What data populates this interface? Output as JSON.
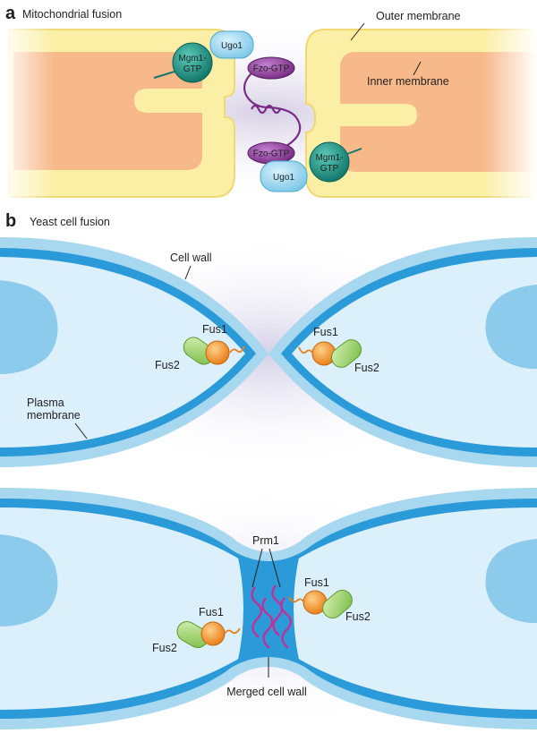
{
  "panel_a": {
    "letter": "a",
    "title": "Mitochondrial fusion",
    "outer_membrane": "Outer membrane",
    "inner_membrane": "Inner membrane",
    "mgm1_top": [
      "Mgm1-",
      "GTP"
    ],
    "mgm1_bottom": [
      "Mgm1-",
      "GTP"
    ],
    "ugo1_top": "Ugo1",
    "ugo1_bottom": "Ugo1",
    "fzo_top": "Fzo-GTP",
    "fzo_bottom": "Fzo-GTP"
  },
  "panel_b": {
    "letter": "b",
    "title": "Yeast cell fusion",
    "top": {
      "cell_wall": "Cell wall",
      "plasma_membrane": [
        "Plasma",
        "membrane"
      ],
      "fus1_left": "Fus1",
      "fus2_left": "Fus2",
      "fus1_right": "Fus1",
      "fus2_right": "Fus2"
    },
    "bottom": {
      "prm1": "Prm1",
      "merged_cell_wall": "Merged cell wall",
      "fus1_left": "Fus1",
      "fus2_left": "Fus2",
      "fus1_right": "Fus1",
      "fus2_right": "Fus2"
    }
  },
  "colors": {
    "mito_outer": "#fbefa6",
    "mito_inner": "#f7b98a",
    "mgm1": "#1f9a8a",
    "ugo1": "#8fd3f0",
    "fzo": "#8e3d9c",
    "cell_wall": "#a8d8f0",
    "plasma_membrane": "#2a9ad8",
    "cytoplasm": "#dcf0fb",
    "fus1": "#f59a2a",
    "fus2": "#9fd46a",
    "prm1": "#c1309a"
  }
}
